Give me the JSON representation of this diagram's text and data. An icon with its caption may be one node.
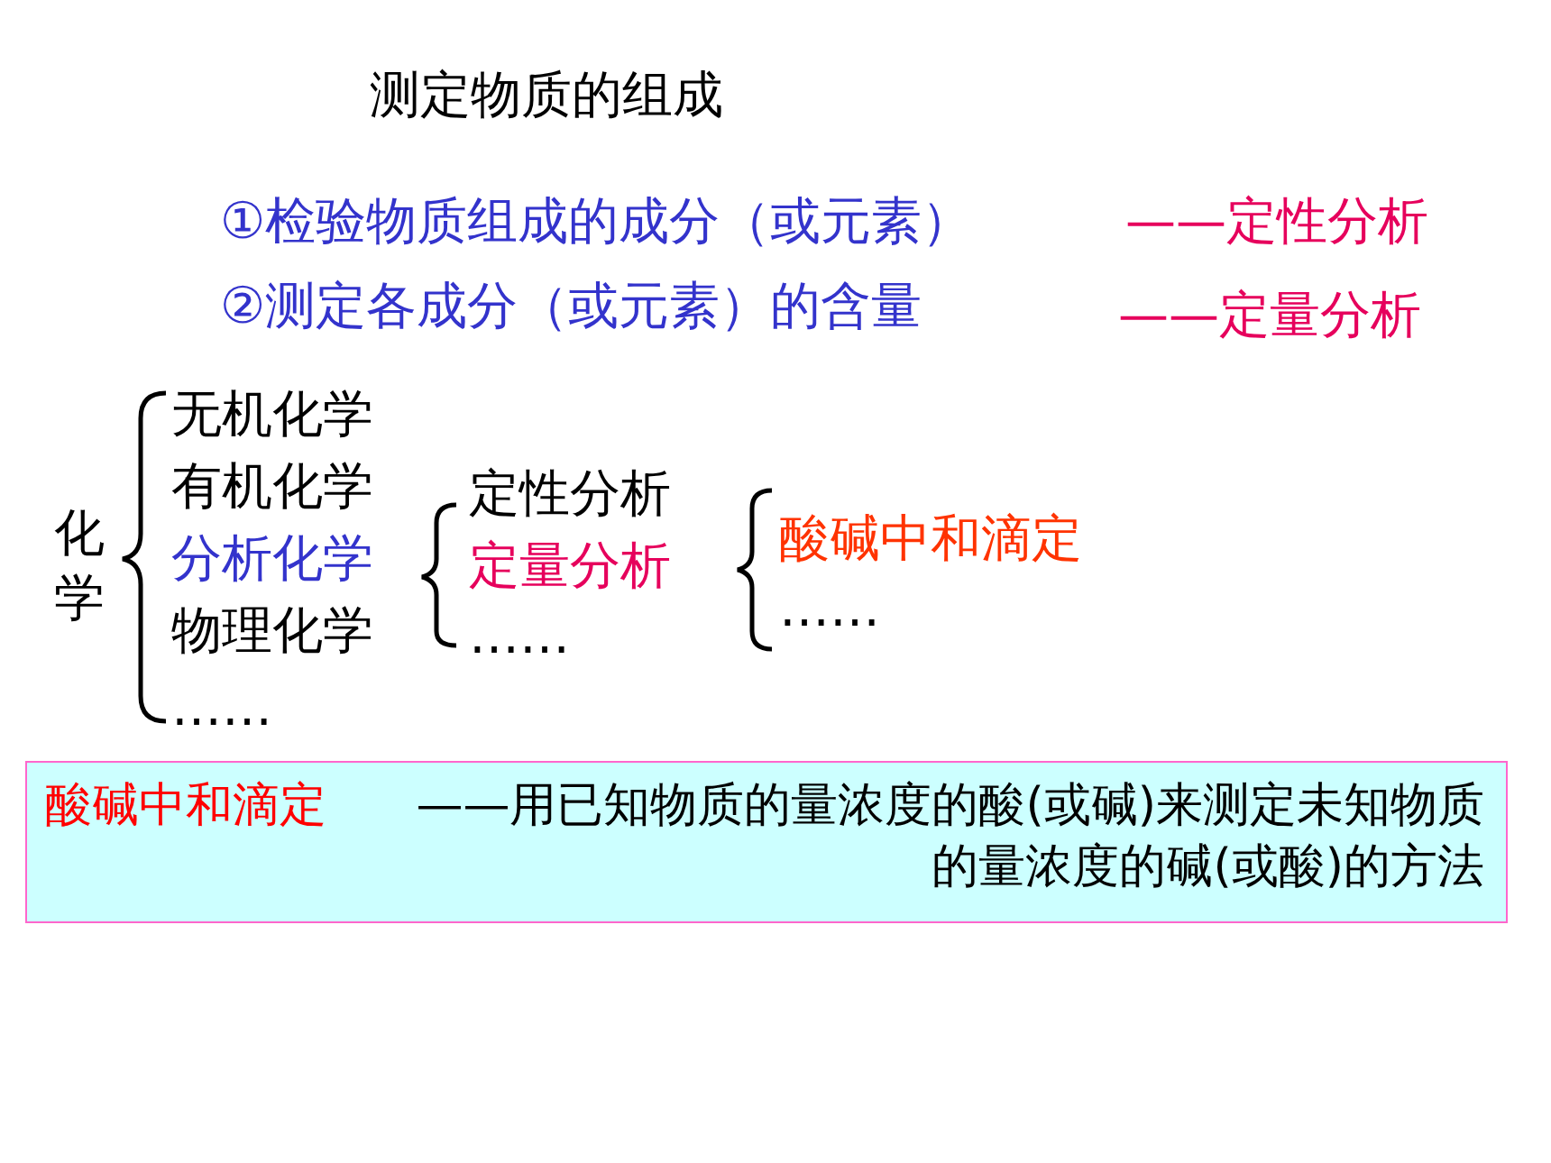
{
  "diagram": {
    "title": "测定物质的组成",
    "nodes": [
      {
        "text": [
          "酸碱中和滴定",
          "——用已知物质的量浓度的酸(或碱)来测定未知物质的量浓度的碱(或酸)的方法"
        ]
      }
    ],
    "edges": [],
    "labels": [
      "①检验物质组成的成分（或元素）",
      "——定性分析",
      "②测定各成分（或元素）的含量",
      "——定量分析",
      "化学",
      "无机化学",
      "有机化学",
      "分析化学",
      "物理化学",
      "……",
      "定性分析",
      "定量分析",
      "……",
      "酸碱中和滴定",
      "……"
    ]
  }
}
